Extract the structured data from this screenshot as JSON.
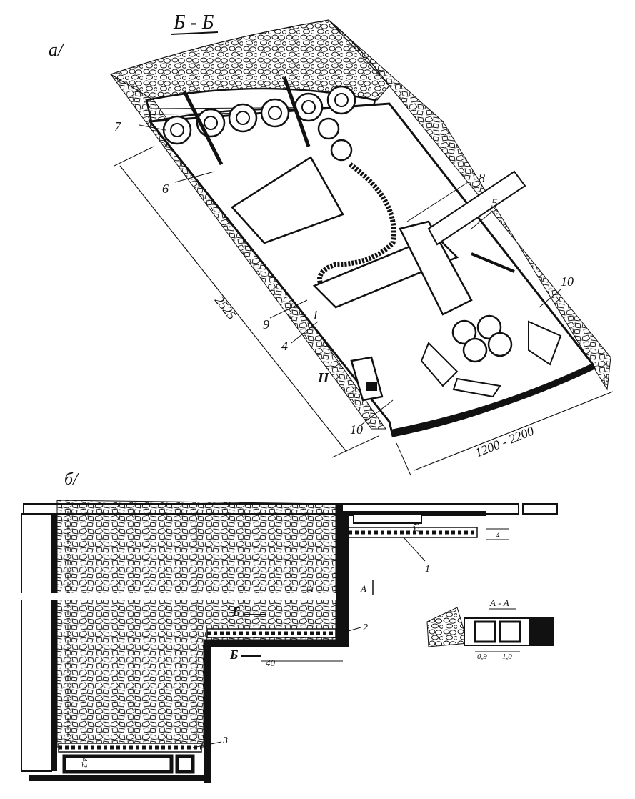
{
  "figure": {
    "section_title": "Б - Б",
    "panel_a_label": "а/",
    "panel_b_label": "б/",
    "section_aa_title": "А - А"
  },
  "callouts_a": [
    "1",
    "4",
    "5",
    "6",
    "7",
    "8",
    "9",
    "10",
    "10",
    "II"
  ],
  "dimensions_a": {
    "length": "2525",
    "width": "1200 - 2200"
  },
  "callouts_b": [
    "1",
    "2",
    "3"
  ],
  "marks_b": {
    "section_a_left": "A",
    "section_a_right": "A",
    "section_b_upper": "Б",
    "section_b_lower": "Б",
    "dim_40": "40",
    "dim_side": "4",
    "dim_top": "4,2",
    "dim_bottom": "4,2"
  },
  "dimensions_aa": [
    "0,9",
    "1,0"
  ],
  "colors": {
    "ink": "#111111",
    "paper": "#ffffff"
  }
}
